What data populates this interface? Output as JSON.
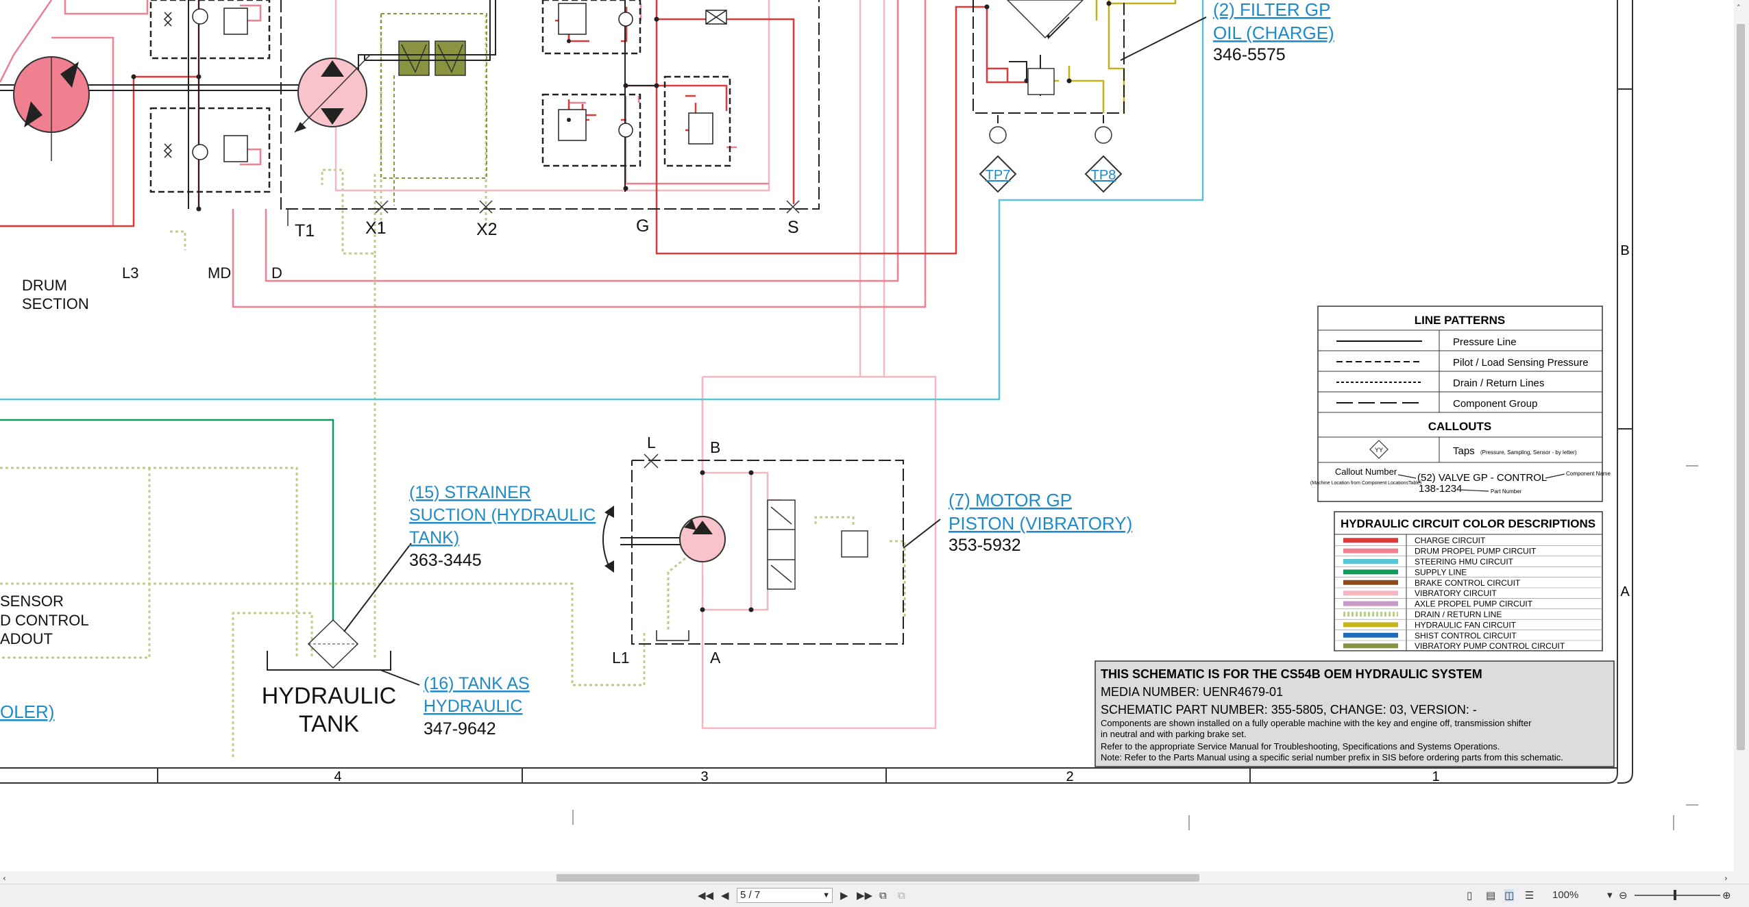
{
  "schematic": {
    "callouts": {
      "filter_charge": {
        "title_1": "(2) FILTER GP",
        "title_2": "OIL (CHARGE)",
        "part": "346-5575"
      },
      "strainer": {
        "title_1": "(15) STRAINER ",
        "title_2": "SUCTION (HYDRAULIC",
        "title_3": "TANK)",
        "part": "363-3445"
      },
      "motor": {
        "title_1": "(7) MOTOR GP",
        "title_2": "PISTON (VIBRATORY)",
        "part": "353-5932"
      },
      "tank": {
        "title_1": "(16) TANK AS",
        "title_2": "HYDRAULIC",
        "part": "347-9642"
      },
      "cooler_partial": "OLER)"
    },
    "labels": {
      "drum_section_1": "DRUM",
      "drum_section_2": "SECTION",
      "l3": "L3",
      "md": "MD",
      "d": "D",
      "t1": "T1",
      "x1": "X1",
      "x2": "X2",
      "g": "G",
      "s": "S",
      "tp7": "TP7",
      "tp8": "TP8",
      "l": "L",
      "b": "B",
      "l1": "L1",
      "a": "A",
      "tank_1": "HYDRAULIC",
      "tank_2": "TANK",
      "sensor_1": " SENSOR",
      "sensor_2": "D CONTROL",
      "sensor_3": "ADOUT"
    },
    "grid": {
      "col_4": "4",
      "col_3": "3",
      "col_2": "2",
      "col_1": "1",
      "row_b": "B",
      "row_a": "A"
    },
    "line_patterns": {
      "title": "LINE PATTERNS",
      "rows": [
        "Pressure Line",
        "Pilot / Load Sensing Pressure",
        "Drain / Return Lines",
        "Component Group"
      ],
      "callouts_title": "CALLOUTS",
      "taps_label": "Taps",
      "taps_note": "(Pressure, Sampling, Sensor - by letter)",
      "tap_symbol": "YY",
      "callout_number": "Callout Number",
      "callout_number_note": "(Machine Location from Component LocationsTable)",
      "callout_example": "(52) VALVE GP - CONTROL",
      "component_name": "Component Name",
      "part_example": "138-1234",
      "part_number": "Part Number"
    },
    "colors_legend": {
      "title": "HYDRAULIC CIRCUIT COLOR DESCRIPTIONS",
      "rows": [
        {
          "label": "CHARGE CIRCUIT",
          "color": "#e0393a"
        },
        {
          "label": "DRUM PROPEL PUMP CIRCUIT",
          "color": "#f07f8f"
        },
        {
          "label": "STEERING HMU CIRCUIT",
          "color": "#58c3d3"
        },
        {
          "label": "SUPPLY LINE",
          "color": "#129a5a"
        },
        {
          "label": "BRAKE CONTROL CIRCUIT",
          "color": "#8f4a1a"
        },
        {
          "label": "VIBRATORY CIRCUIT",
          "color": "#f4b7c0"
        },
        {
          "label": "AXLE PROPEL PUMP CIRCUIT",
          "color": "#c89ac8"
        },
        {
          "label": "DRAIN / RETURN LINE",
          "color": "#b8cf8c"
        },
        {
          "label": "HYDRAULIC FAN CIRCUIT",
          "color": "#c3b21a"
        },
        {
          "label": "SHIST CONTROL CIRCUIT",
          "color": "#1f6cbd"
        },
        {
          "label": "VIBRATORY PUMP CONTROL CIRCUIT",
          "color": "#8a9440"
        }
      ]
    },
    "title_block": {
      "line1": "THIS SCHEMATIC IS FOR THE CS54B OEM HYDRAULIC SYSTEM",
      "line2": "MEDIA NUMBER: UENR4679-01",
      "line3": "SCHEMATIC PART NUMBER: 355-5805, CHANGE: 03, VERSION: -",
      "line4": "Components are shown installed on a fully operable machine with the key and engine off, transmission shifter",
      "line5": "in neutral and with parking brake set.",
      "line6": "Refer to the appropriate Service Manual for Troubleshooting, Specifications and Systems Operations.",
      "line7": "Note: Refer to the Parts Manual using a specific serial number prefix in SIS before ordering parts from this schematic."
    }
  },
  "viewer": {
    "page_indicator": "5 / 7",
    "zoom": "100%",
    "icons": [
      "first-page-icon",
      "prev-page-icon",
      "next-page-icon",
      "last-page-icon",
      "single-page-icon",
      "continuous-icon",
      "facing-icon",
      "scroll-icon",
      "zoom-out-icon",
      "zoom-in-icon"
    ]
  },
  "colors": {
    "charge": "#e0393a",
    "drum": "#f07f8f",
    "steering": "#58c3d3",
    "supply": "#129a5a",
    "vibratory": "#f4b7c0",
    "drain": "#b8cf8c",
    "fan": "#c3b21a",
    "vibpump": "#8a9440",
    "link": "#1f8ac9"
  }
}
